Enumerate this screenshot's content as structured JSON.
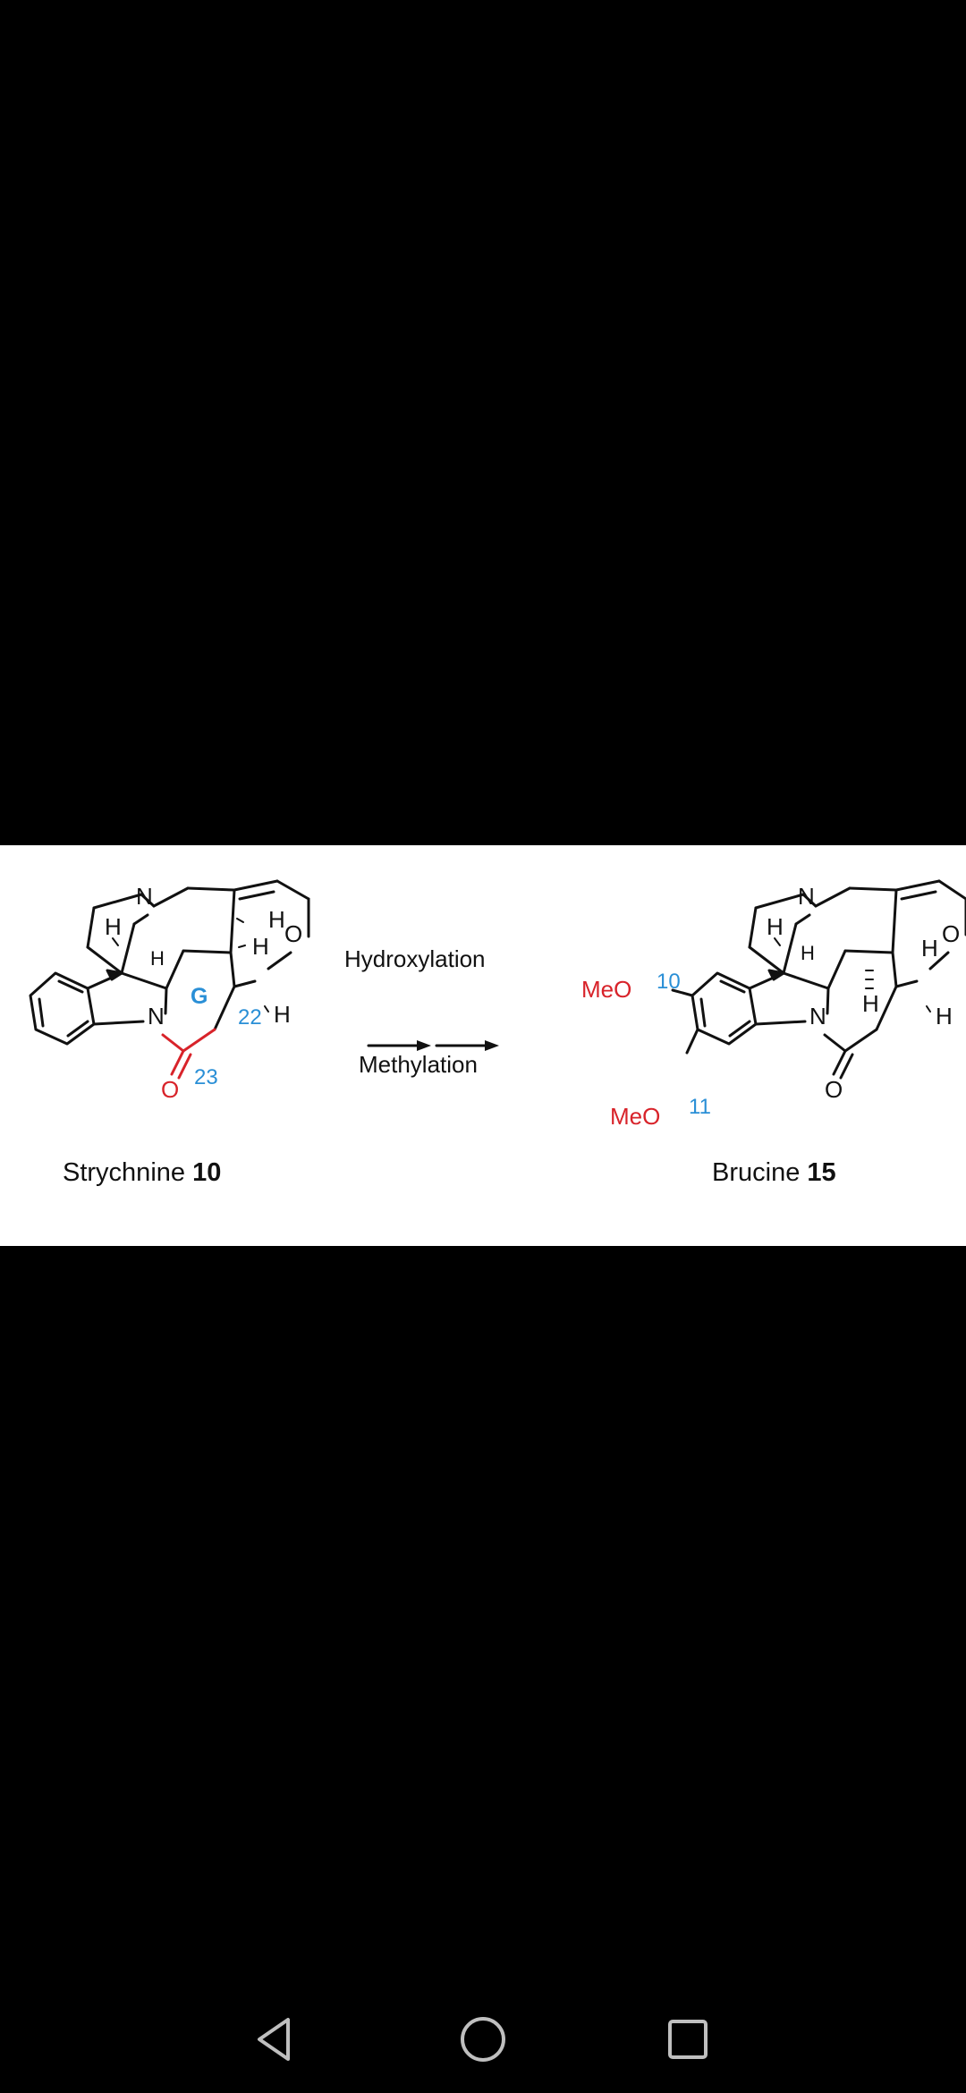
{
  "figure": {
    "reaction": {
      "step_top": "Hydroxylation",
      "step_bottom": "Methylation"
    },
    "strychnine": {
      "name": "Strychnine",
      "number": "10",
      "atoms": {
        "N_top": "N",
        "N_bottom": "N",
        "O_ring": "O",
        "O_carbonyl": "O",
        "ring_label": "G",
        "pos22": "22",
        "pos23": "23",
        "H1": "H",
        "H2": "H",
        "H3": "H",
        "H4": "H",
        "H5": "H"
      }
    },
    "brucine": {
      "name": "Brucine",
      "number": "15",
      "atoms": {
        "N_top": "N",
        "N_bottom": "N",
        "O_ring": "O",
        "O_carbonyl": "O",
        "MeO_10": "MeO",
        "MeO_11": "MeO",
        "pos10": "10",
        "pos11": "11",
        "H1": "H",
        "H2": "H",
        "H3": "H",
        "H4": "H",
        "H5": "H"
      }
    },
    "colors": {
      "highlight_red": "#d8232a",
      "label_blue": "#2a8fd6",
      "bond": "#111111"
    }
  },
  "nav": {
    "back_icon": "back-triangle-icon",
    "home_icon": "home-circle-icon",
    "recents_icon": "recents-square-icon"
  }
}
